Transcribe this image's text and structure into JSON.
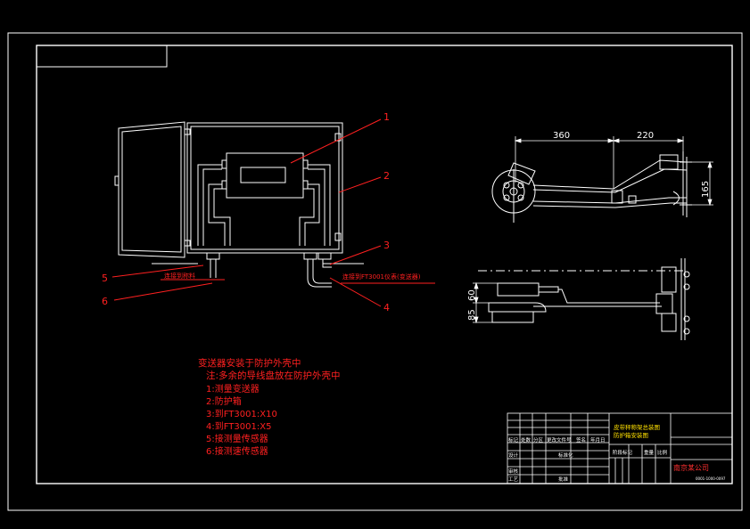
{
  "colors": {
    "background": "#000000",
    "line": "#ffffff",
    "leader": "#ff2020",
    "dimension": "#ffffff",
    "title_text": "#ff3030",
    "title_accent": "#ffe000"
  },
  "callouts": {
    "n1": "1",
    "n2": "2",
    "n3": "3",
    "n4": "4",
    "n5": "5",
    "n6": "6"
  },
  "labels": {
    "left_box_label": "连接到称料",
    "right_box_label": "连接到FT3001仪表(变送器)"
  },
  "dimensions": {
    "d360": "360",
    "d220": "220",
    "d165": "165",
    "d60": "60",
    "d85": "85"
  },
  "notes": {
    "title": "变送器安装于防护外壳中",
    "line1": "注:多余的导线盘放在防护外壳中",
    "line2": "1:测量变送器",
    "line3": "2:防护箱",
    "line4": "3:到FT3001:X10",
    "line5": "4:到FT3001:X5",
    "line6": "5:接测量传感器",
    "line7": "6:接测速传感器"
  },
  "title_block": {
    "title_line1": "皮带秤称架总装图",
    "title_line2": "防护箱安装图",
    "h_col1": "标记",
    "h_col2": "处数",
    "h_col3": "分区",
    "h_col4": "更改文件号",
    "h_col5": "签名",
    "h_col6": "年月日",
    "row_design": "设计",
    "row_check": "审核",
    "row_process": "工艺",
    "row_std": "标准化",
    "row_approve": "批准",
    "stage": "阶段标记",
    "weight": "重量",
    "scale": "比例",
    "company": "南京某公司",
    "drawing_no": "0001-1000-0097"
  }
}
